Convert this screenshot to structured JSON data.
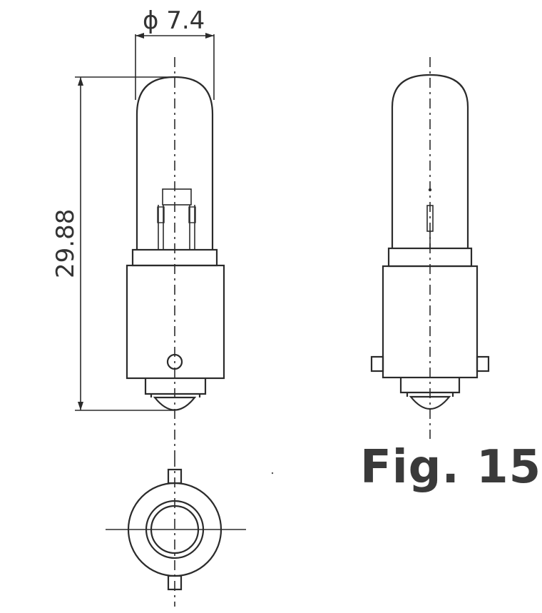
{
  "figure": {
    "label": "Fig. 15"
  },
  "dimensions": {
    "diameter": "ϕ 7.4",
    "height": "29.88"
  },
  "views": [
    "side-view-dimensioned",
    "side-view-rotated",
    "bottom-view"
  ],
  "colors": {
    "line": "#2b2b2b",
    "text": "#3a3a3a",
    "background": "#ffffff"
  }
}
